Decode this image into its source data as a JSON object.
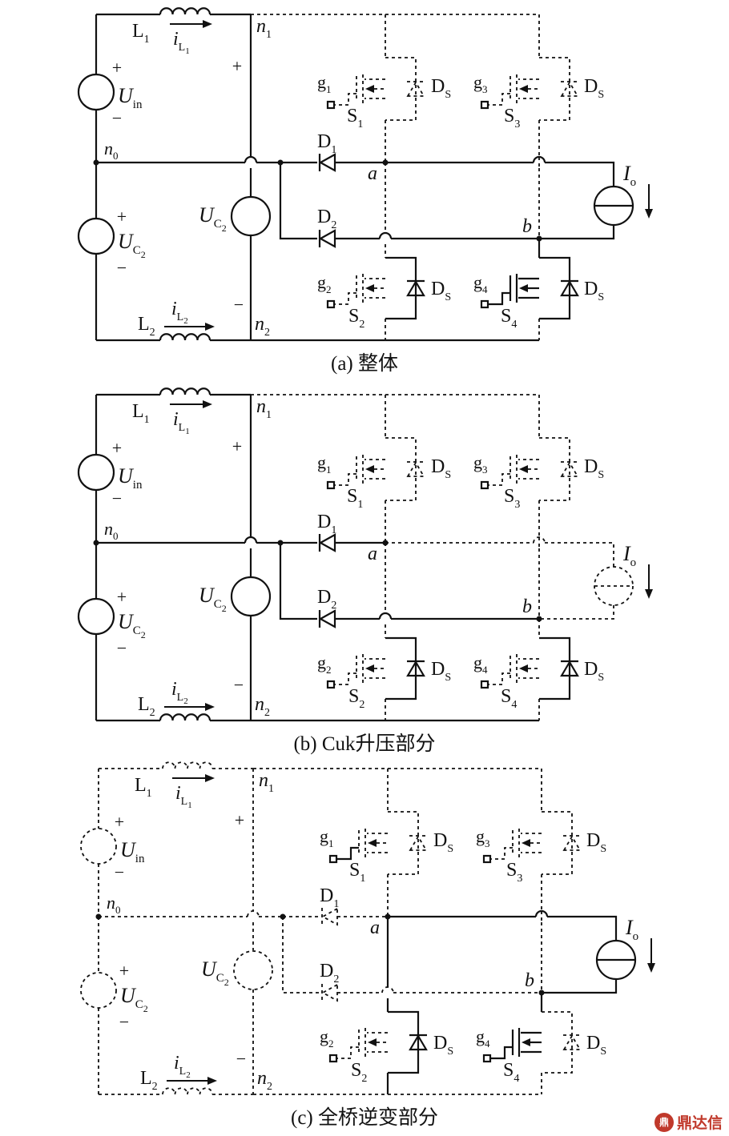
{
  "labels": {
    "L1": "L",
    "L1_sub": "1",
    "L2": "L",
    "L2_sub": "2",
    "iL1": "i",
    "iL1_sub": "L",
    "iL1_subsub": "1",
    "iL2": "i",
    "iL2_sub": "L",
    "iL2_subsub": "2",
    "n1": "n",
    "n1_sub": "1",
    "n0": "n",
    "n0_sub": "0",
    "n2": "n",
    "n2_sub": "2",
    "Uin": "U",
    "Uin_sub": "in",
    "UC2": "U",
    "UC2_sub": "C",
    "UC2_subsub": "2",
    "D1": "D",
    "D1_sub": "1",
    "D2": "D",
    "D2_sub": "2",
    "a": "a",
    "b": "b",
    "Io": "I",
    "Io_sub": "o",
    "S1": "S",
    "S1_sub": "1",
    "S2": "S",
    "S2_sub": "2",
    "S3": "S",
    "S3_sub": "3",
    "S4": "S",
    "S4_sub": "4",
    "g1": "g",
    "g1_sub": "1",
    "g2": "g",
    "g2_sub": "2",
    "g3": "g",
    "g3_sub": "3",
    "g4": "g",
    "g4_sub": "4",
    "DS": "D",
    "DS_sub": "S",
    "plus": "+",
    "minus": "−"
  },
  "captions": {
    "a": "(a) 整体",
    "b": "(b) Cuk升压部分",
    "c": "(c) 全桥逆变部分"
  },
  "watermark": {
    "logo_text": "鼎",
    "text": "鼎达信"
  },
  "colors": {
    "line": "#111111",
    "watermark": "#c0392b"
  }
}
